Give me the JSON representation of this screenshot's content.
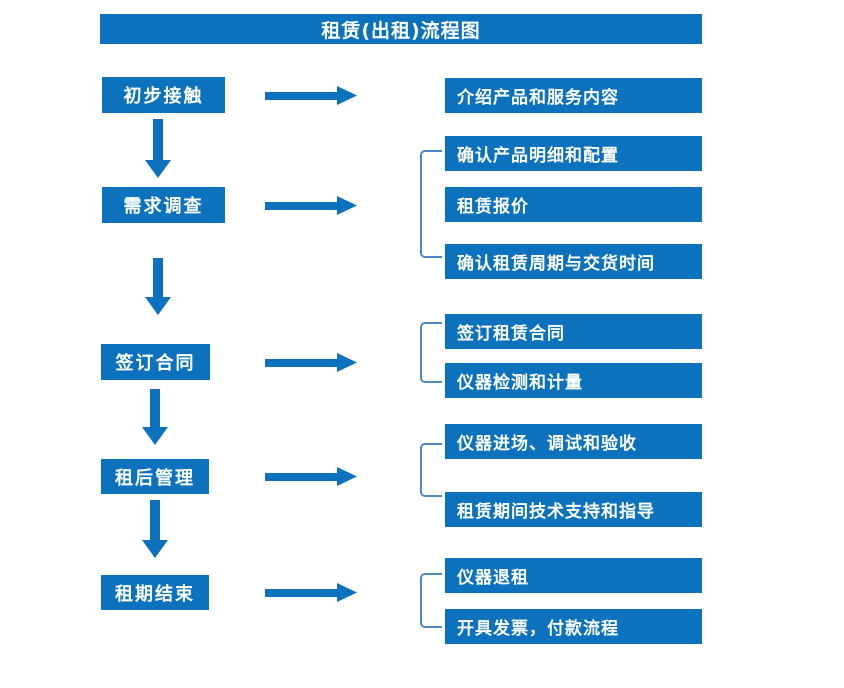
{
  "flow": {
    "title": "租赁(出租)流程图",
    "groups": [
      {
        "stage": "初步接触",
        "details": [
          "介绍产品和服务内容"
        ]
      },
      {
        "stage": "需求调查",
        "details": [
          "确认产品明细和配置",
          "租赁报价",
          "确认租赁周期与交货时间"
        ]
      },
      {
        "stage": "签订合同",
        "details": [
          "签订租赁合同",
          "仪器检测和计量"
        ]
      },
      {
        "stage": "租后管理",
        "details": [
          "仪器进场、调试和验收",
          "租赁期间技术支持和指导"
        ]
      },
      {
        "stage": "租期结束",
        "details": [
          "仪器退租",
          "开具发票，付款流程"
        ]
      }
    ]
  },
  "icons": {
    "arrow_right": "→",
    "arrow_down": "↓"
  },
  "colors": {
    "primary_blue": "#0C72BE",
    "bracket_blue": "#4F86C6",
    "text_white": "#FFFFFF",
    "background": "#FFFFFF"
  }
}
